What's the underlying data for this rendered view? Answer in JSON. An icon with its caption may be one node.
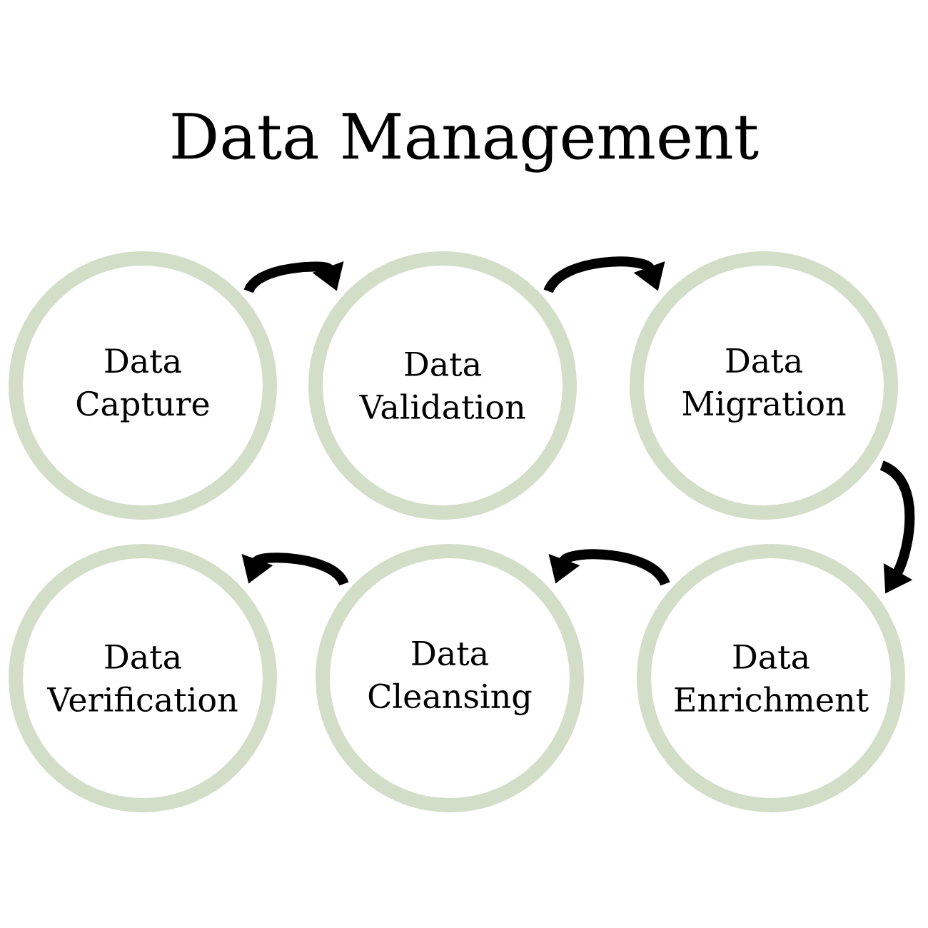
{
  "diagram": {
    "title": "Data Management",
    "nodes": [
      {
        "text": [
          "Data Capture"
        ]
      },
      {
        "text": [
          "Data Validation"
        ]
      },
      {
        "text": [
          "Data Migration"
        ]
      },
      {
        "text": [
          "Data Verification"
        ]
      },
      {
        "text": [
          "Data Cleansing"
        ]
      },
      {
        "text": [
          "Data Enrichment"
        ]
      }
    ],
    "edges": [
      {
        "from": 0,
        "to": 1,
        "arrow": "to"
      },
      {
        "from": 1,
        "to": 2,
        "arrow": "to"
      },
      {
        "from": 2,
        "to": 5,
        "arrow": "to"
      },
      {
        "from": 5,
        "to": 4,
        "arrow": "to"
      },
      {
        "from": 4,
        "to": 3,
        "arrow": "to"
      }
    ]
  }
}
